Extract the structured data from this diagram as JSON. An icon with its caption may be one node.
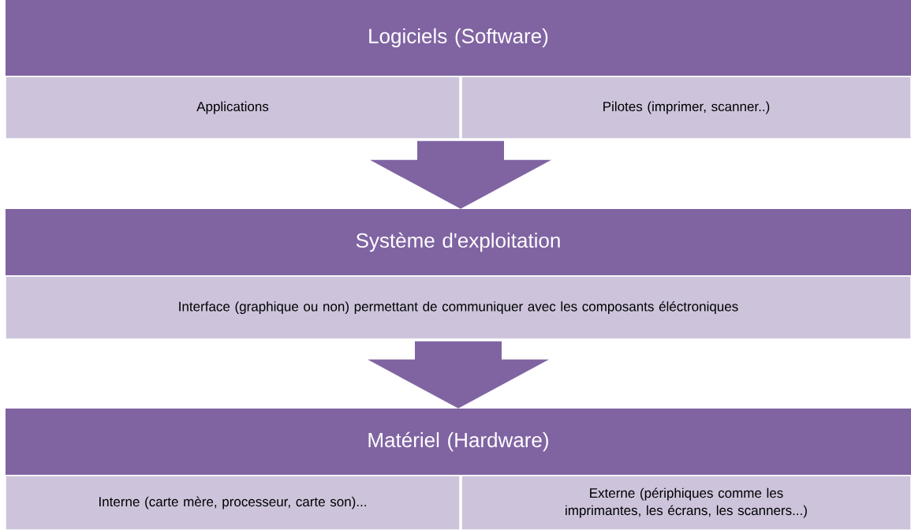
{
  "diagram": {
    "nodes": [
      {
        "text": [
          "Logiciels (Software)"
        ]
      },
      {
        "text": [
          "Applications"
        ]
      },
      {
        "text": [
          "Pilotes (imprimer, scanner..)"
        ]
      },
      {
        "text": [
          "Système d'exploitation"
        ]
      },
      {
        "text": [
          "Interface (graphique ou non) permettant de communiquer avec les composants éléctroniques"
        ]
      },
      {
        "text": [
          "Matériel (Hardware)"
        ]
      },
      {
        "text": [
          "Interne (carte mère, processeur, carte son)..."
        ]
      },
      {
        "text": [
          "Externe (périphiques comme les imprimantes, les écrans, les scanners...)"
        ]
      }
    ],
    "edges": [
      {
        "from": 1,
        "to": 3,
        "arrow": "to"
      },
      {
        "from": 2,
        "to": 3,
        "arrow": "to"
      },
      {
        "from": 4,
        "to": 5,
        "arrow": "to"
      }
    ]
  }
}
